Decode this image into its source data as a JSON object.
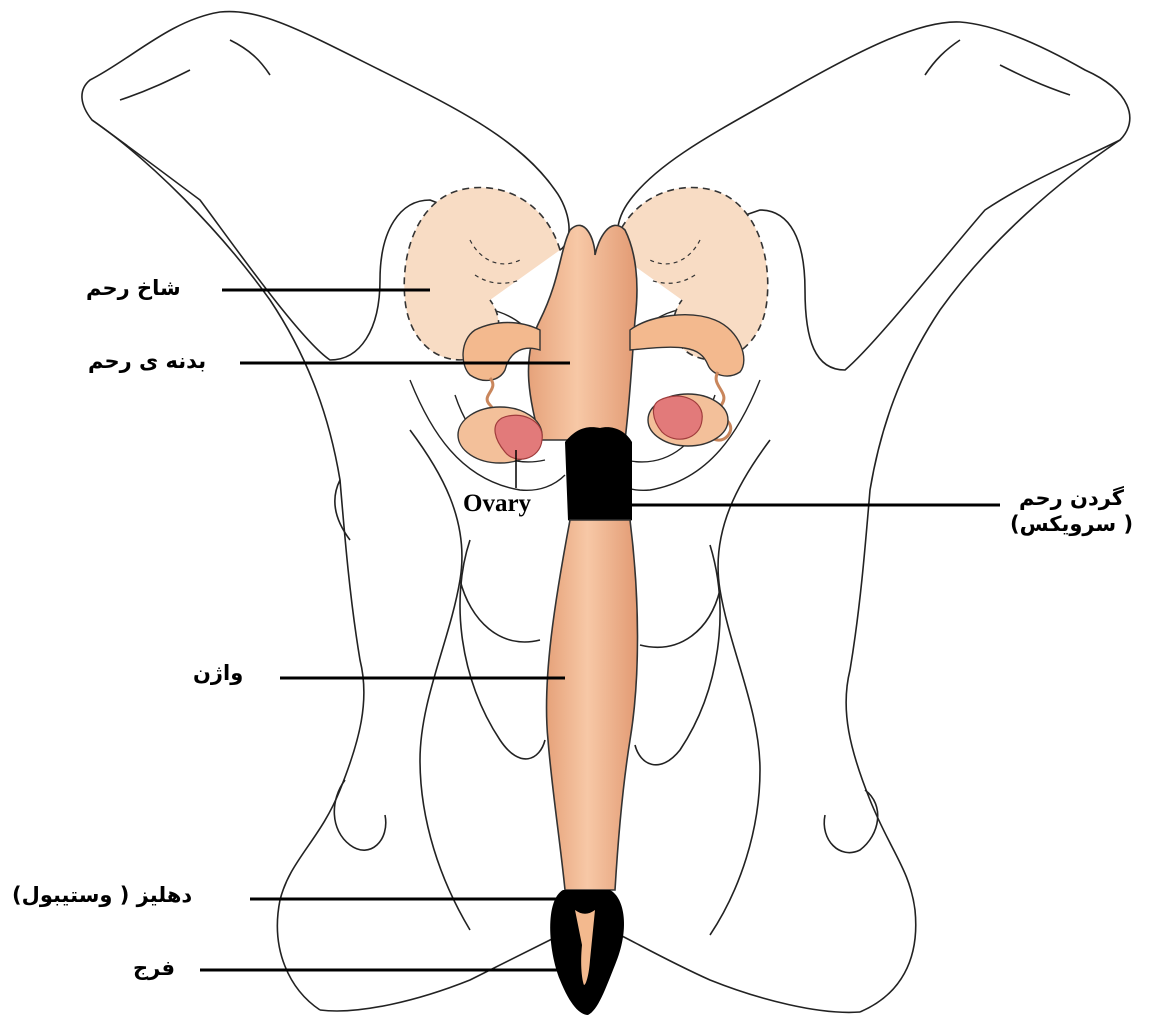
{
  "labels": {
    "uterine_horn": "شاخ رحم",
    "uterine_body": "بدنه ی رحم",
    "ovary": "Ovary",
    "cervix_line1": "گردن رحم",
    "cervix_line2": "( سرویکس)",
    "vagina": "واژن",
    "vestibule": "دهلیز ( وستیبول)",
    "vulva": "فرج"
  },
  "colors": {
    "tract": "#f3c09a",
    "tract_shade": "#e39a72",
    "horn_bulge": "#f8dcc4",
    "ovary": "#e27a7a",
    "cervix": "#000000",
    "outline": "#222222"
  }
}
